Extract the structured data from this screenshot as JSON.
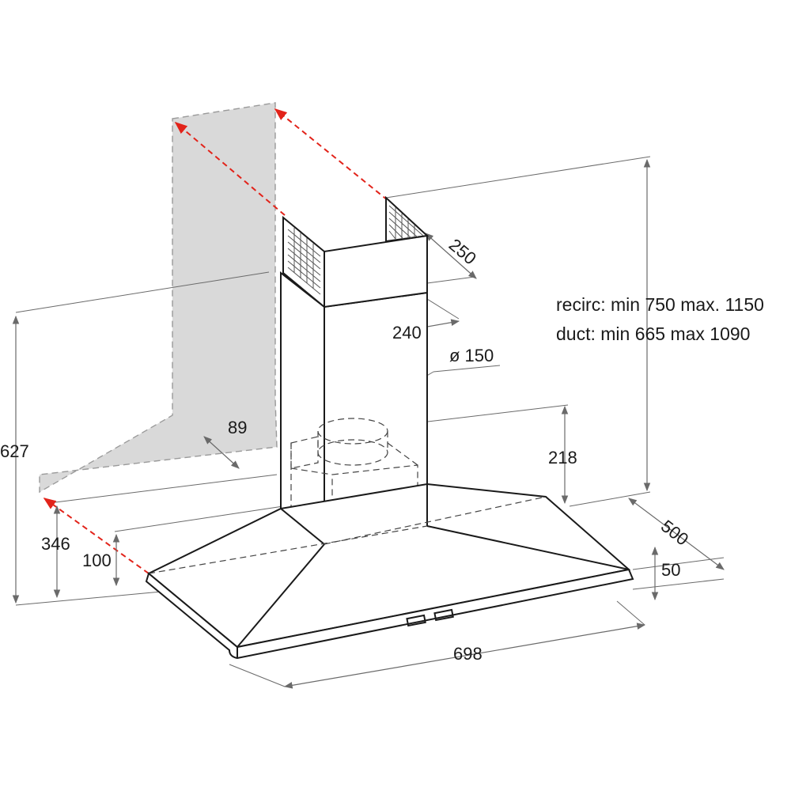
{
  "dimensions": {
    "chimney_depth": "250",
    "chimney_width": "240",
    "outlet_diameter": "ø 150",
    "wall_offset": "89",
    "total_height_left": "627",
    "side_height": "346",
    "edge_height": "100",
    "front_height": "218",
    "hood_depth": "500",
    "rim_height": "50",
    "hood_width": "698"
  },
  "notes": {
    "recirc": "recirc: min 750 max. 1150",
    "duct": "duct: min 665 max 1090"
  },
  "colors": {
    "accent_red": "#e2231a",
    "wall_gray": "#d9d9d9",
    "line": "#1a1a1a"
  }
}
